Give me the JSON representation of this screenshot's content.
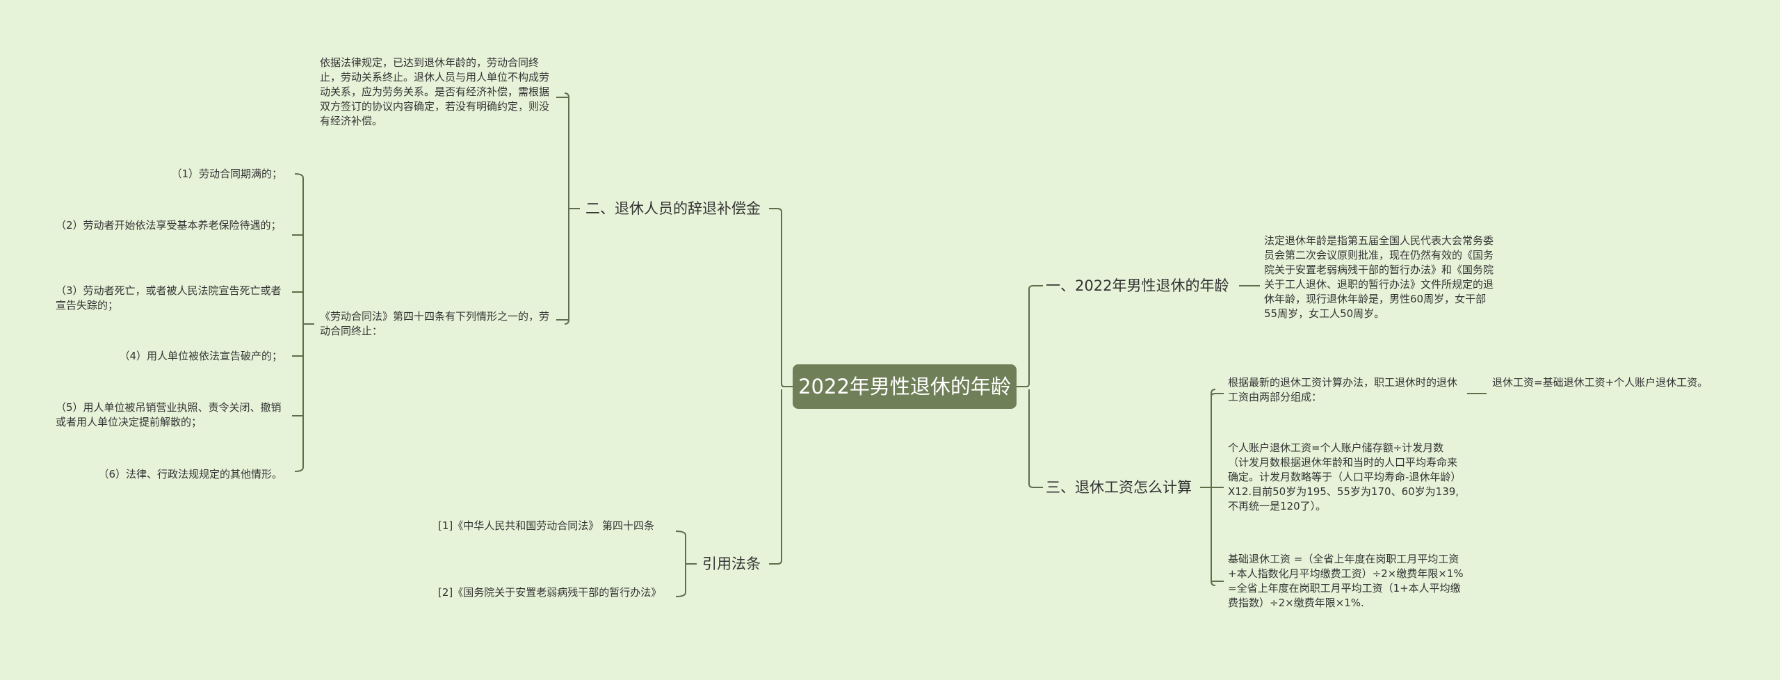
{
  "root": "2022年男性退休的年龄",
  "branches": {
    "b1": {
      "title": "一、2022年男性退休的年龄",
      "text": "法定退休年龄是指第五届全国人民代表大会常务委员会第二次会议原则批准，现在仍然有效的《国务院关于安置老弱病残干部的暂行办法》和《国务院关于工人退休、退职的暂行办法》文件所规定的退休年龄，现行退休年龄是，男性60周岁，女干部55周岁，女工人50周岁。"
    },
    "b2": {
      "title": "二、退休人员的辞退补偿金",
      "text1": "依据法律规定，已达到退休年龄的，劳动合同终止，劳动关系终止。退休人员与用人单位不构成劳动关系，应为劳务关系。是否有经济补偿，需根据双方签订的协议内容确定，若没有明确约定，则没有经济补偿。",
      "text2": "《劳动合同法》第四十四条有下列情形之一的，劳动合同终止：",
      "items": [
        "（1）劳动合同期满的；",
        "（2）劳动者开始依法享受基本养老保险待遇的；",
        "（3）劳动者死亡，或者被人民法院宣告死亡或者宣告失踪的；",
        "（4）用人单位被依法宣告破产的；",
        "（5）用人单位被吊销营业执照、责令关闭、撤销或者用人单位决定提前解散的；",
        "（6）法律、行政法规规定的其他情形。"
      ]
    },
    "b3": {
      "title": "三、退休工资怎么计算",
      "text1": "根据最新的退休工资计算办法，职工退休时的退休工资由两部分组成：",
      "text1_child": "退休工资=基础退休工资+个人账户退休工资。",
      "text2": "个人账户退休工资=个人账户储存额÷计发月数（计发月数根据退休年龄和当时的人口平均寿命来确定。计发月数略等于（人口平均寿命-退休年龄）X12.目前50岁为195、55岁为170、60岁为139,不再统一是120了）。",
      "text3": "基础退休工资 =（全省上年度在岗职工月平均工资+本人指数化月平均缴费工资）÷2×缴费年限×1% =全省上年度在岗职工月平均工资（1+本人平均缴费指数）÷2×缴费年限×1%."
    },
    "b4": {
      "title": "引用法条",
      "refs": [
        "[1]《中华人民共和国劳动合同法》 第四十四条",
        "[2]《国务院关于安置老弱病残干部的暂行办法》"
      ]
    }
  },
  "colors": {
    "background": "#e7f3d9",
    "line": "#5f6e4a",
    "root_fill": "#6f7f57"
  }
}
